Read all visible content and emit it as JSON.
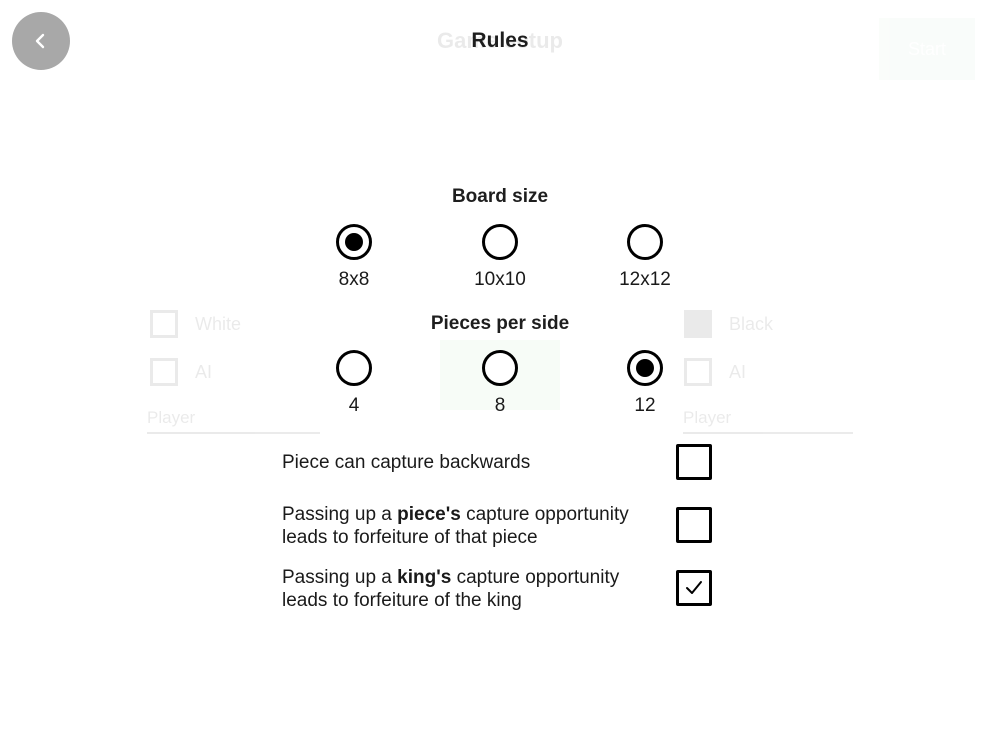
{
  "background_screen": {
    "title": "Game setup",
    "start_label": "Start",
    "white_label": "White",
    "black_label": "Black",
    "ai_label_left": "AI",
    "ai_label_right": "AI",
    "player_placeholder_left": "Player",
    "player_placeholder_right": "Player"
  },
  "header": {
    "title": "Rules",
    "back_icon": "chevron-left-icon"
  },
  "board_size": {
    "title": "Board size",
    "options": [
      {
        "label": "8x8",
        "selected": true
      },
      {
        "label": "10x10",
        "selected": false
      },
      {
        "label": "12x12",
        "selected": false
      }
    ]
  },
  "pieces_per_side": {
    "title": "Pieces per side",
    "options": [
      {
        "label": "4",
        "selected": false
      },
      {
        "label": "8",
        "selected": false
      },
      {
        "label": "12",
        "selected": true
      }
    ]
  },
  "rules": [
    {
      "text_before": "Piece can capture backwards",
      "text_bold": "",
      "text_after": "",
      "checked": false
    },
    {
      "text_before": "Passing up a ",
      "text_bold": "piece's",
      "text_after": " capture opportunity leads to forfeiture of that piece",
      "checked": false
    },
    {
      "text_before": "Passing up a ",
      "text_bold": "king's",
      "text_after": " capture opportunity leads to forfeiture of the king",
      "checked": true
    }
  ],
  "colors": {
    "back_button": "#a8a8a8",
    "text": "#1a1a1a",
    "control": "#000000"
  }
}
